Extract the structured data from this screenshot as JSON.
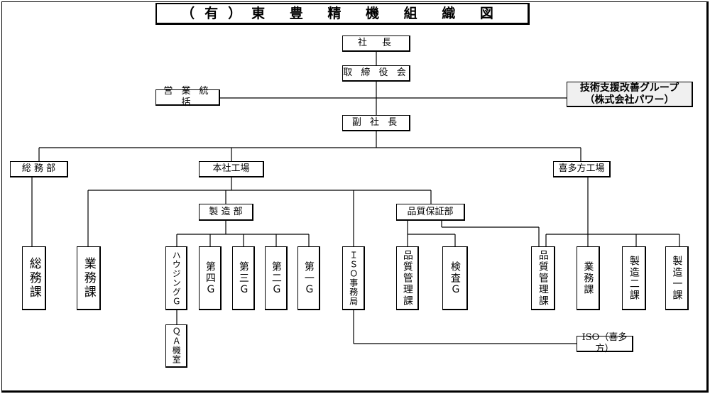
{
  "title": "（有）東 豊 精 機 組 織 図",
  "nodes": {
    "president": "社　長",
    "directors": "取 締 役 会",
    "sales_general": "営 業 統 括",
    "improvement_support_line1": "技術支援改善グループ",
    "improvement_support_line2": "（株式会社パワー）",
    "vice_president": "副 社 長",
    "general_affairs_dept": "総 務 部",
    "head_office_factory": "本社工場",
    "kitakata_factory": "喜多方工場",
    "general_affairs_section": "総務課",
    "business_section_head": "業務課",
    "manufacturing_dept": "製 造 部",
    "qa_dept": "品質保証部",
    "iso_office": "ＩＳＯ事務局",
    "housing_group": "ハウジングＧ",
    "group_4": "第四Ｇ",
    "group_3": "第三Ｇ",
    "group_2": "第二Ｇ",
    "group_1": "第一Ｇ",
    "qa_machine_room": "ＱＡ機室",
    "quality_control_section_head": "品質管理課",
    "inspection_group": "検査Ｇ",
    "quality_control_section_kitakata": "品質管理課",
    "business_section_kitakata": "業務課",
    "manufacturing_2_section": "製造二課",
    "manufacturing_1_section": "製造一課",
    "iso_kitakata": "ISO（喜多方）"
  }
}
